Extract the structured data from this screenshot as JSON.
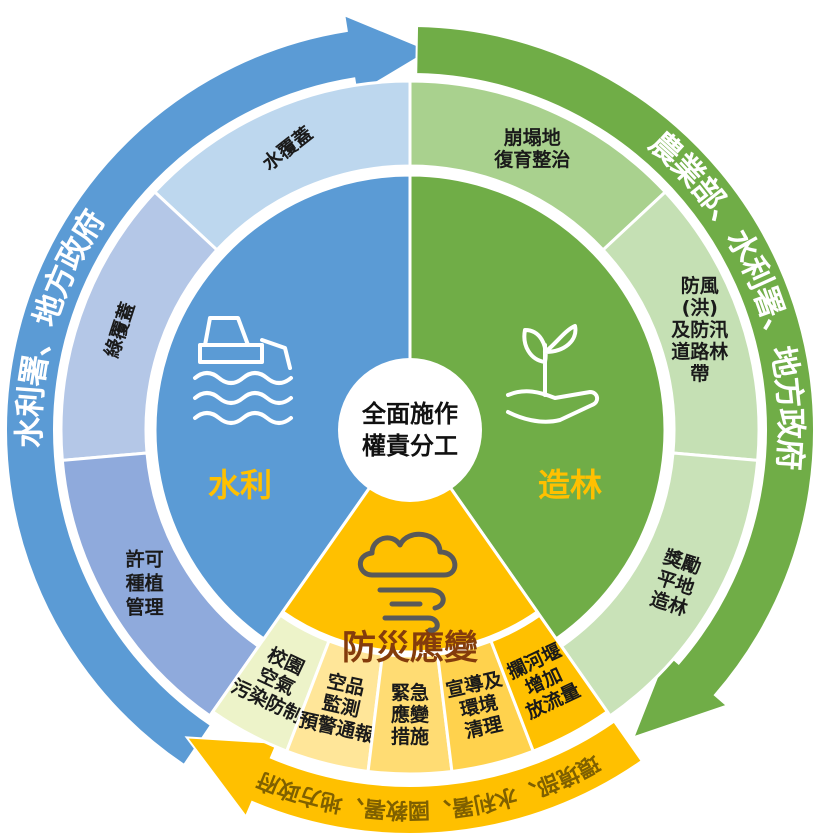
{
  "center": {
    "lines": [
      "全面施作",
      "權責分工"
    ]
  },
  "sectors": {
    "water": {
      "label": "水利",
      "icon": "bulldozer-waves-icon"
    },
    "forest": {
      "label": "造林",
      "icon": "plant-in-hand-icon"
    },
    "disaster": {
      "label": "防災應變",
      "icon": "cloud-wind-icon"
    }
  },
  "ring_left": [
    {
      "lines": [
        "水覆蓋"
      ],
      "color": "#bdd7ee"
    },
    {
      "lines": [
        "綠覆蓋"
      ],
      "color": "#b4c7e7"
    },
    {
      "lines": [
        "許可",
        "種植",
        "管理"
      ],
      "color": "#8faadc"
    }
  ],
  "ring_right": [
    {
      "lines": [
        "崩塌地",
        "復育整治"
      ],
      "color": "#a9d18e"
    },
    {
      "lines": [
        "防風",
        "(洪)",
        "及防汛",
        "道路林",
        "帶"
      ],
      "color": "#c5e0b4"
    },
    {
      "lines": [
        "獎勵",
        "平地",
        "造林"
      ],
      "color": "#c9e2b8"
    }
  ],
  "ring_bottom": [
    {
      "lines": [
        "校園",
        "空氣",
        "污染防制"
      ],
      "color": "#edf3c9"
    },
    {
      "lines": [
        "空品",
        "監測",
        "預警通報"
      ],
      "color": "#ffe699"
    },
    {
      "lines": [
        "緊急",
        "應變",
        "措施"
      ],
      "color": "#ffdc73"
    },
    {
      "lines": [
        "宣導及",
        "環境",
        "清理"
      ],
      "color": "#ffd24d"
    },
    {
      "lines": [
        "攔河堰",
        "增加",
        "放流量"
      ],
      "color": "#ffc000"
    }
  ],
  "arrows": {
    "blue": {
      "text": "水利署、地方政府",
      "color": "#5b9bd5"
    },
    "green": {
      "text": "農業部、水利署、地方政府",
      "color": "#70ad47"
    },
    "yellow": {
      "text": "環境部、水利署、國教署、地方政府",
      "color": "#ffc000"
    }
  },
  "colors": {
    "water": "#5b9bd5",
    "forest": "#70ad47",
    "disaster": "#ffc000",
    "label_accent": "#ffc000",
    "disaster_label": "#843c0c",
    "yellow_text": "#7f6000"
  }
}
